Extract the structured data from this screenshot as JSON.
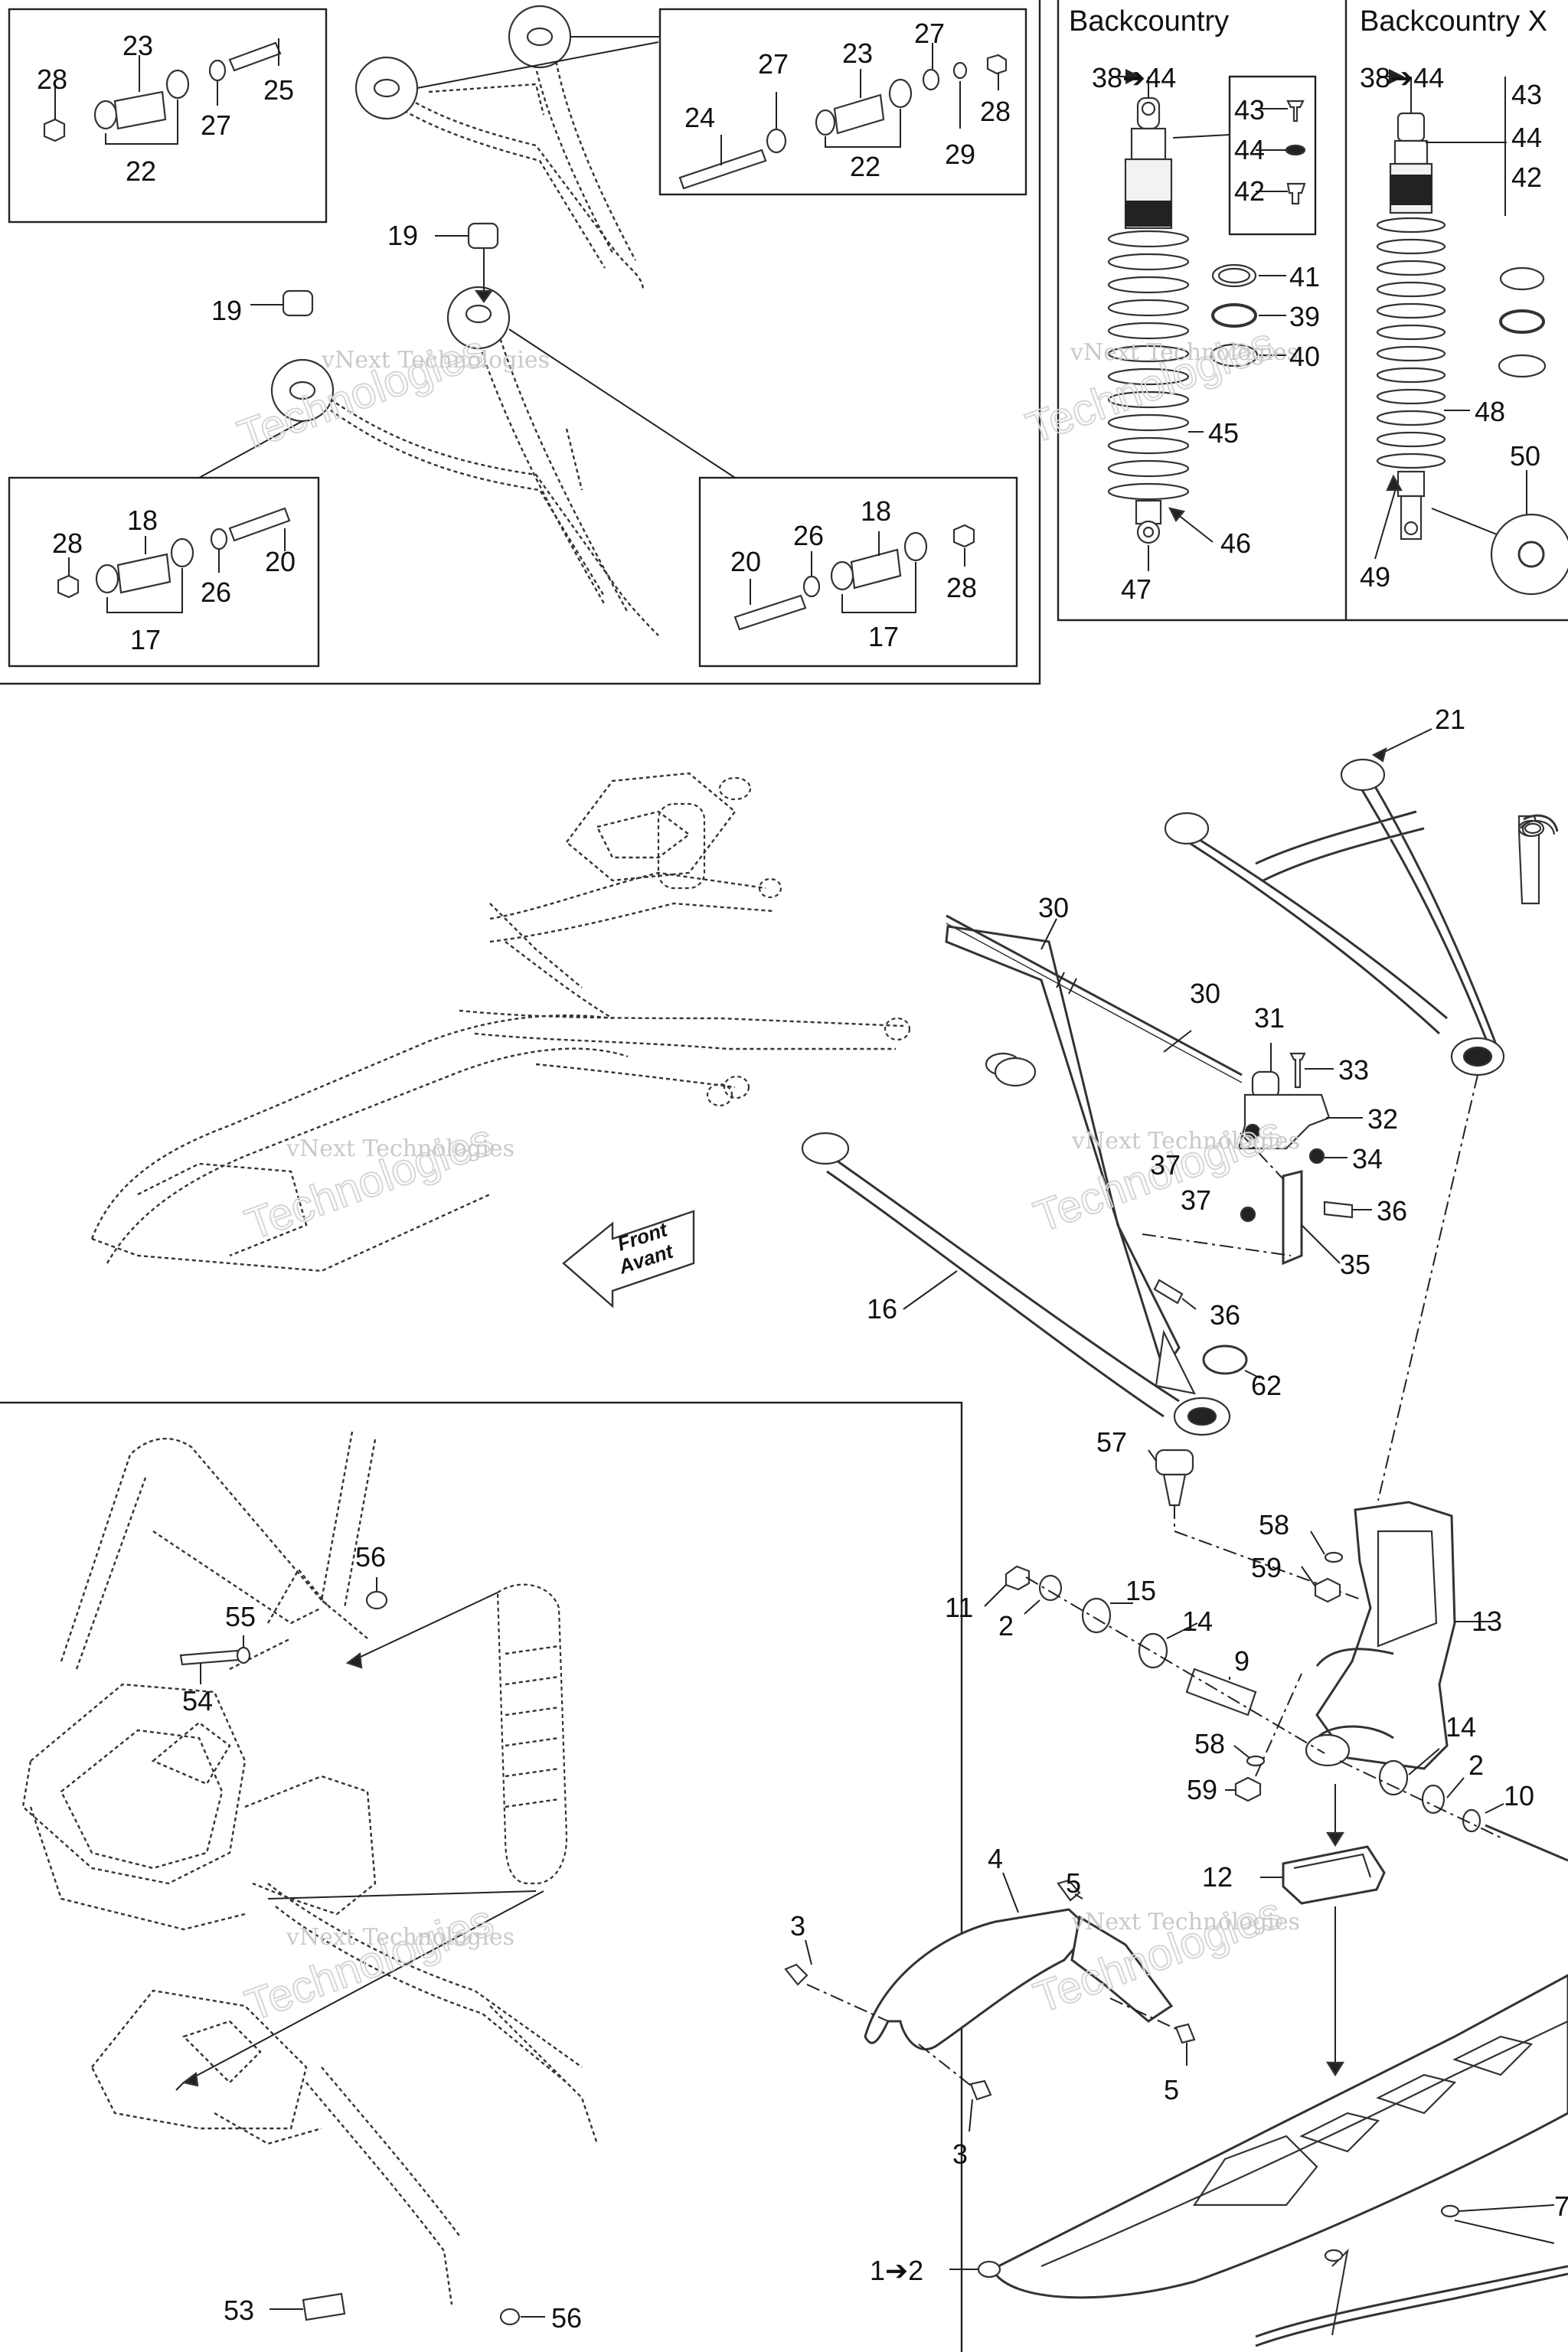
{
  "sections": {
    "backcountry": "Backcountry",
    "backcountry_x": "Backcountry X"
  },
  "front_label": {
    "line1": "Front",
    "line2": "Avant"
  },
  "watermark": {
    "small": "vNext Technologies",
    "large": "Technologies"
  },
  "callouts": {
    "c1": "28",
    "c2": "23",
    "c3": "25",
    "c4": "27",
    "c5": "22",
    "c6": "24",
    "c7": "27",
    "c8": "23",
    "c9": "27",
    "c10": "28",
    "c11": "22",
    "c12": "29",
    "c13": "19",
    "c14": "19",
    "c15": "28",
    "c16": "18",
    "c17": "20",
    "c18": "26",
    "c19": "17",
    "c20": "20",
    "c21": "26",
    "c22": "18",
    "c23": "28",
    "c24": "17",
    "c25": "38➔44",
    "c26": "43",
    "c27": "44",
    "c28": "42",
    "c29": "41",
    "c30": "39",
    "c31": "40",
    "c32": "45",
    "c33": "46",
    "c34": "47",
    "c35": "38➔44",
    "c36": "43",
    "c37": "44",
    "c38": "42",
    "c39": "48",
    "c40": "50",
    "c41": "49",
    "c42": "21",
    "c43": "30",
    "c44": "30",
    "c45": "31",
    "c46": "33",
    "c47": "32",
    "c48": "37",
    "c49": "34",
    "c50": "37",
    "c51": "36",
    "c52": "35",
    "c53": "16",
    "c54": "36",
    "c55": "62",
    "c56": "57",
    "c57": "58",
    "c58": "59",
    "c59": "13",
    "c60": "11",
    "c61": "15",
    "c62": "2",
    "c63": "14",
    "c64": "9",
    "c65": "58",
    "c66": "59",
    "c67": "14",
    "c68": "2",
    "c69": "10",
    "c70": "12",
    "c71": "4",
    "c72": "5",
    "c73": "3",
    "c74": "5",
    "c75": "3",
    "c76": "1➔2",
    "c77": "7",
    "c78": "56",
    "c79": "55",
    "c80": "54",
    "c81": "53",
    "c82": "56"
  }
}
